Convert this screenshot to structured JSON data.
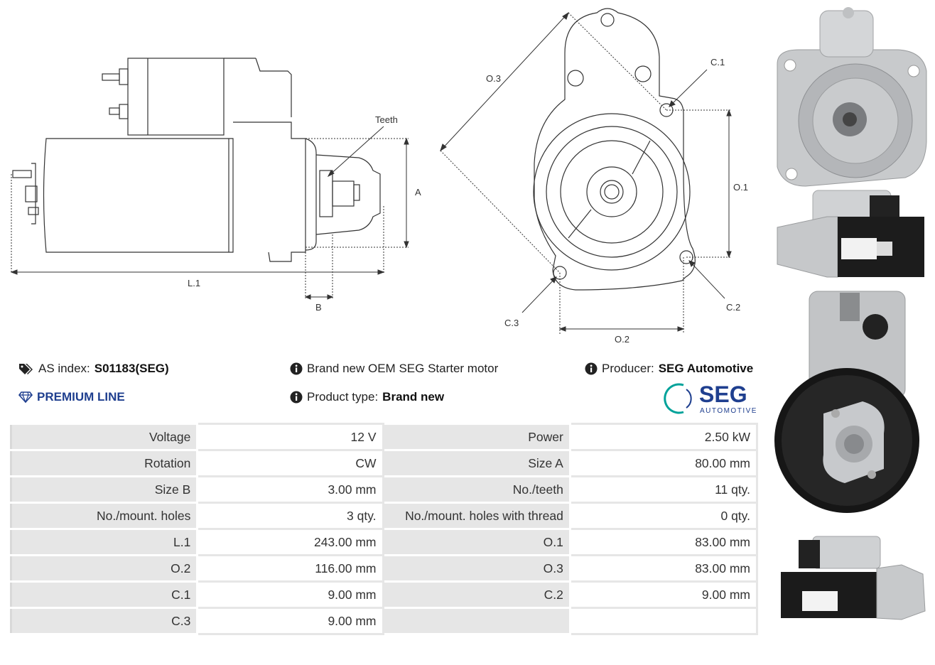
{
  "diagram_labels": {
    "teeth": "Teeth",
    "a": "A",
    "b": "B",
    "l1": "L.1",
    "o1": "O.1",
    "o2": "O.2",
    "o3": "O.3",
    "c1": "C.1",
    "c2": "C.2",
    "c3": "C.3"
  },
  "info": {
    "as_index_label": "AS index:",
    "as_index_value": "S01183(SEG)",
    "premium_line": "PREMIUM LINE",
    "description": "Brand new OEM SEG Starter motor",
    "product_type_label": "Product type:",
    "product_type_value": "Brand new",
    "producer_label": "Producer:",
    "producer_value": "SEG Automotive"
  },
  "logo": {
    "brand": "SEG",
    "tagline": "AUTOMOTIVE",
    "color": "#1f3f8f",
    "arc_color": "#00a29a"
  },
  "specs": [
    [
      "Voltage",
      "12 V",
      "Power",
      "2.50 kW"
    ],
    [
      "Rotation",
      "CW",
      "Size A",
      "80.00 mm"
    ],
    [
      "Size B",
      "3.00 mm",
      "No./teeth",
      "11 qty."
    ],
    [
      "No./mount. holes",
      "3 qty.",
      "No./mount. holes with thread",
      "0 qty."
    ],
    [
      "L.1",
      "243.00 mm",
      "O.1",
      "83.00 mm"
    ],
    [
      "O.2",
      "116.00 mm",
      "O.3",
      "83.00 mm"
    ],
    [
      "C.1",
      "9.00 mm",
      "C.2",
      "9.00 mm"
    ],
    [
      "C.3",
      "9.00 mm",
      "",
      ""
    ]
  ],
  "icons": {
    "tag": "tags-icon",
    "info": "info-icon",
    "diamond": "diamond-icon"
  },
  "colors": {
    "accent": "#1f3f8f",
    "table_header_bg": "#e6e6e6"
  }
}
